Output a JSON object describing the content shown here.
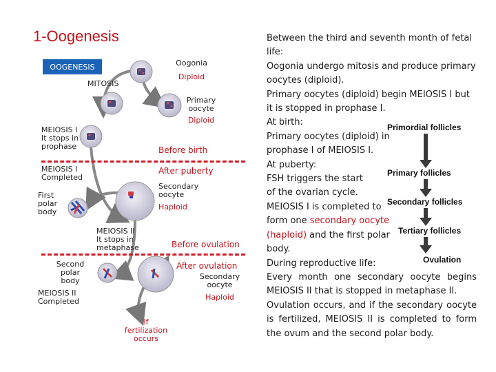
{
  "title": "1-Oogenesis",
  "diagram": {
    "oogenesis_label": "OOGENESIS",
    "mitosis": "MITOSIS",
    "oogonia": {
      "line1": "Oogonia",
      "line2": "Diploid"
    },
    "primary_oocyte": {
      "line1": "Primary",
      "line2": "oocyte",
      "line3": "Diploid"
    },
    "meiosis1_stop": {
      "line1": "MEIOSIS I",
      "line2": "It stops in",
      "line3": "prophase"
    },
    "before_birth": "Before birth",
    "after_puberty": "After puberty",
    "meiosis1_completed": {
      "line1": "MEIOSIS I",
      "line2": "Completed"
    },
    "secondary_oocyte": {
      "line1": "Secondary",
      "line2": "oocyte",
      "line3": "Haploid"
    },
    "first_polar_body": {
      "line1": "First",
      "line2": "polar",
      "line3": "body"
    },
    "meiosis2_stop": {
      "line1": "MEIOSIS II",
      "line2": "It stops in",
      "line3": "metaphase"
    },
    "before_ovulation": "Before ovulation",
    "after_ovulation": "After ovulation",
    "second_polar_body": {
      "line1": "Second",
      "line2": "polar",
      "line3": "body"
    },
    "meiosis2_completed": {
      "line1": "MEIOSIS II",
      "line2": "Completed"
    },
    "secondary_oocyte2": {
      "line1": "Secondary",
      "line2": "oocyte",
      "line3": "Haploid"
    },
    "fertilization": {
      "line1": "If fertilization",
      "line2": "occurs"
    }
  },
  "text": {
    "p1": "Between the third and seventh month of fetal life:",
    "p2": "Oogonia undergo mitosis and produce primary oocytes (diploid).",
    "p3a": "Primary oocytes (diploid) begin MEIOSIS I but",
    "p3b": "it is stopped in prophase I.",
    "p4a": "At birth:",
    "p4b": "Primary oocytes (diploid) in",
    "p4c": "prophase I of MEIOSIS I.",
    "p5a": "At puberty:",
    "p5b": "FSH triggers the start",
    "p5c": "of the ovarian cycle.",
    "p6a": "MEIOSIS I is completed to",
    "p6b": "form one ",
    "p6c": "secondary oocyte",
    "p6d": "(haploid)",
    "p6e": " and the first polar",
    "p6f": "body.",
    "p7a": "During reproductive life:",
    "p7b": "Every month one secondary oocyte begins MEIOSIS II that is stopped in metaphase II.",
    "p8": "Ovulation occurs, and if the secondary oocyte is fertilized, MEIOSIS II is completed to form the ovum and the second polar body."
  },
  "follicles": {
    "primordial": "Primordial follicles",
    "primary": "Primary follicles",
    "secondary": "Secondary follicles",
    "tertiary": "Tertiary follicles",
    "ovulation": "Ovulation"
  },
  "colors": {
    "red": "#c0141d",
    "blue": "#1a63b7",
    "cell": "#c9c8d8"
  }
}
